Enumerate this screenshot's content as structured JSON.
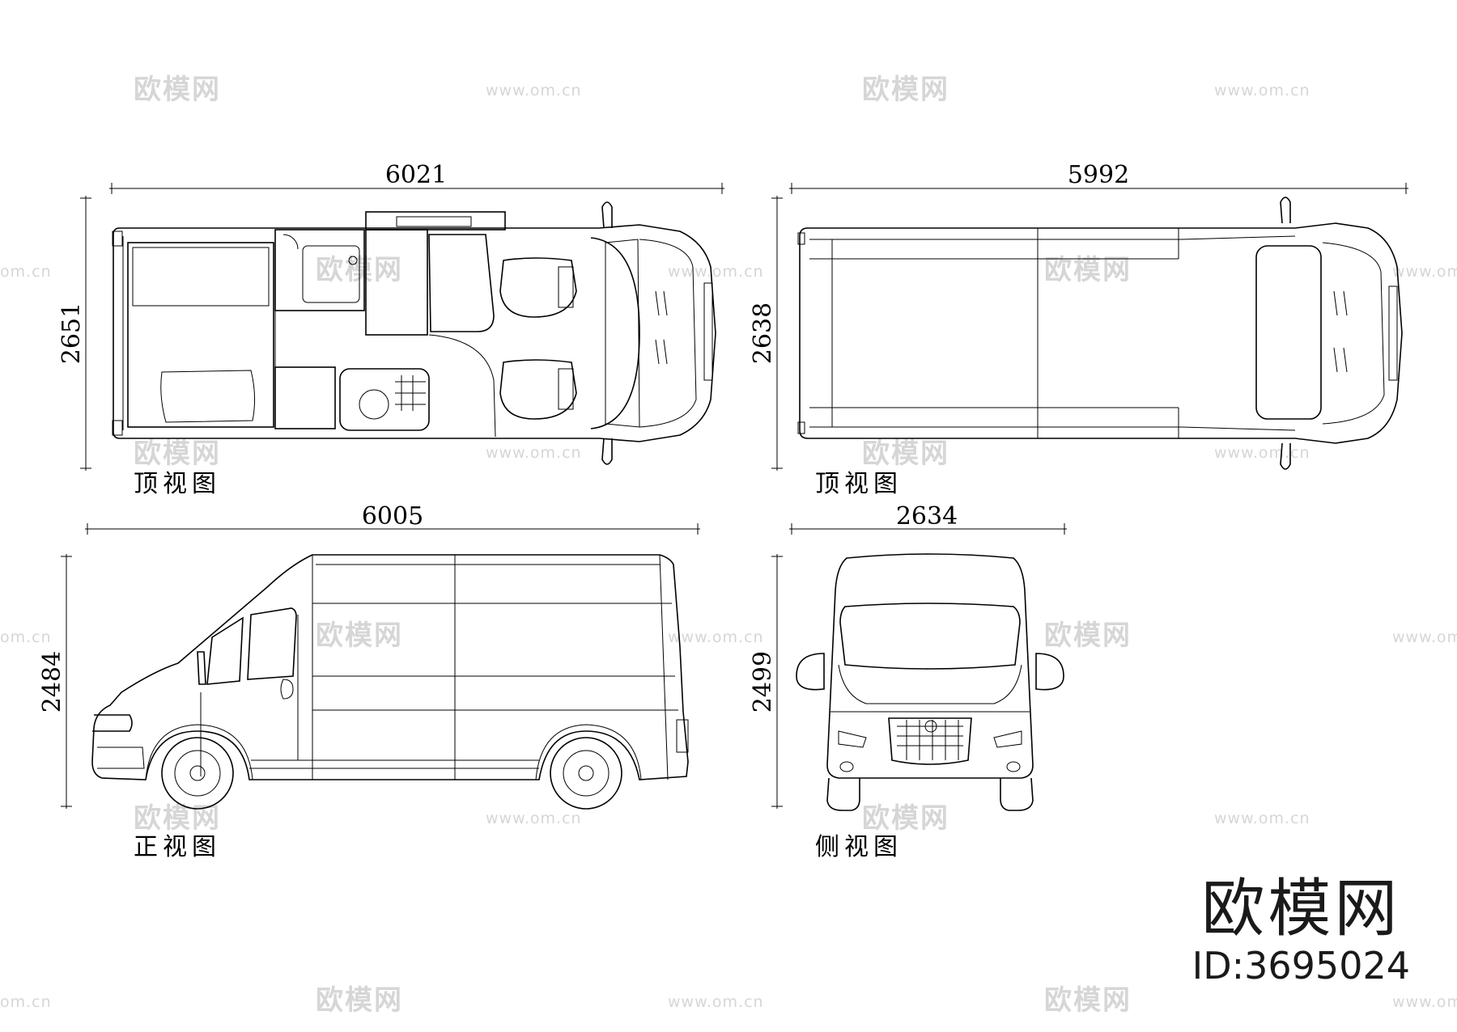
{
  "dimensions": {
    "top_view_interior_length": "6021",
    "top_view_interior_width": "2651",
    "top_view_roof_length": "5992",
    "top_view_roof_width": "2638",
    "side_view_length": "6005",
    "side_view_height": "2484",
    "front_view_width": "2634",
    "front_view_height": "2499"
  },
  "captions": {
    "top_view_1": "顶视图",
    "top_view_2": "顶视图",
    "front_label": "正视图",
    "side_label": "侧视图"
  },
  "watermark": {
    "brand_cn": "欧模网",
    "url": "www.om.cn",
    "partial_url": "om.cn",
    "id_text": "ID:3695024"
  }
}
